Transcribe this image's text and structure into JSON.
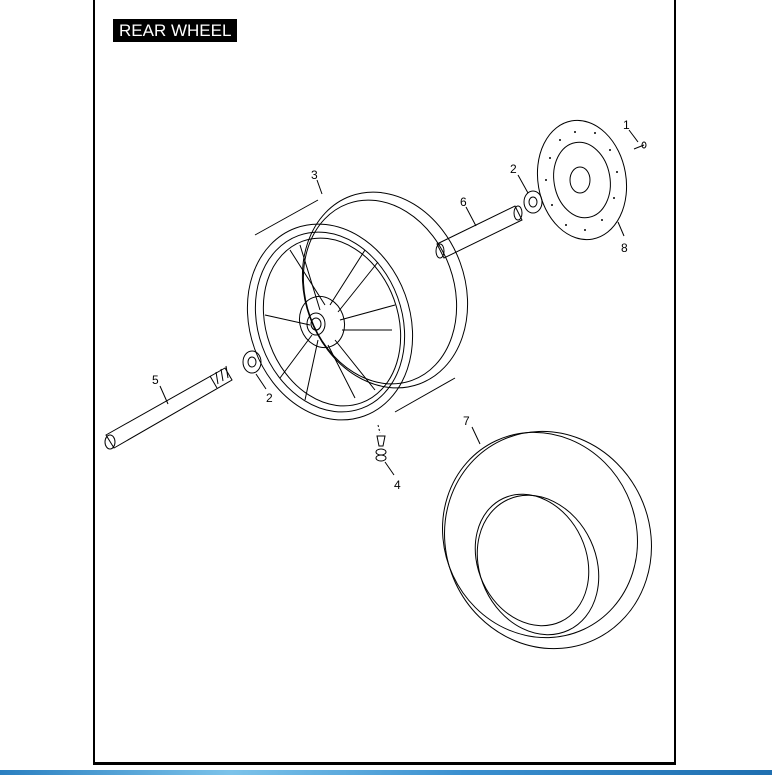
{
  "title": "REAR WHEEL",
  "callouts": [
    {
      "id": "1",
      "part": "disc-bolt"
    },
    {
      "id": "2",
      "part": "bearing-right"
    },
    {
      "id": "3",
      "part": "wheel-rim"
    },
    {
      "id": "6",
      "part": "spacer"
    },
    {
      "id": "8",
      "part": "brake-disc"
    },
    {
      "id": "5",
      "part": "axle"
    },
    {
      "id": "2",
      "part": "bearing-left"
    },
    {
      "id": "4",
      "part": "valve-stem"
    },
    {
      "id": "7",
      "part": "tire"
    }
  ],
  "colors": {
    "frame": "#000000",
    "bar": "#3a8fcf"
  }
}
